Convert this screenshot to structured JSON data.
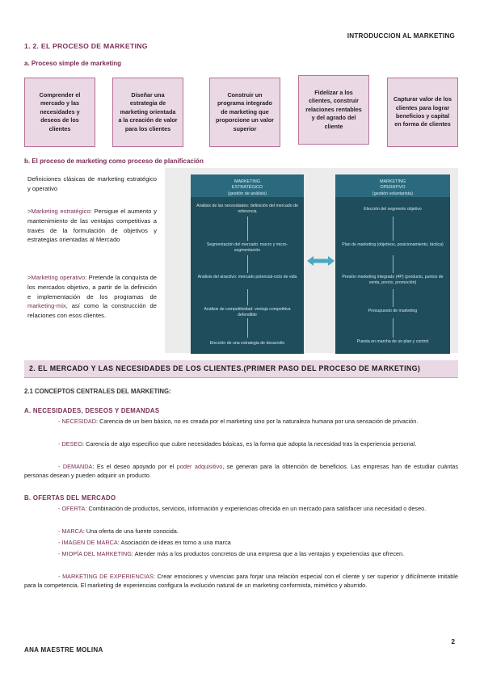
{
  "header": {
    "doc_title": "INTRODUCCION AL MARKETING"
  },
  "section1": {
    "title": "1. 2. EL PROCESO DE MARKETING",
    "sub_a": "a. Proceso simple de marketing",
    "steps": [
      "Comprender el mercado y las necesidades y deseos de los clientes",
      "Diseñar una estrategia de marketing orientada a la creación de valor para los clientes",
      "Construir un programa integrado de marketing que proporcione un valor superior",
      "Fidelizar a los clientes, construir relaciones rentables y del agrado del cliente",
      "Capturar valor de los clientes para lograr beneficios y capital en forma de clientes"
    ],
    "sub_b": "b. El proceso de marketing como proceso de planificación",
    "intro": "Definiciones clásicas de marketing estratégico y operativo",
    "strategic_label": ">Marketing estratégico",
    "strategic_text": ": Persigue el aumento y mantenimiento de las ventajas competitivas a través de la formulación de objetivos y estrategias orientadas al Mercado",
    "operative_label": ">Marketing operativo",
    "operative_text_1": ": Pretende la conquista de los mercados objetivo, a partir de la definición e implementación de los programas de ",
    "operative_mix": "marketing-mix",
    "operative_text_2": ", así como la construcción de relaciones con esos clientes."
  },
  "diagram": {
    "left_head_1": "MARKETING",
    "left_head_2": "ESTRATÉGICO",
    "left_head_3": "(gestión de análisis)",
    "left_items": [
      "Análisis de las necesidades: definición del mercado de referencia",
      "Segmentación del mercado: macro y micro-segmentación",
      "Análisis del atractivo: mercado potencial-ciclo de vida",
      "Análisis de competitividad: ventaja competitiva defendible",
      "Elección de una estrategia de desarrollo"
    ],
    "right_head_1": "MARKETING",
    "right_head_2": "OPERATIVO",
    "right_head_3": "(gestión voluntarista)",
    "right_items": [
      "Elección del segmento objetivo",
      "Plan de marketing (objetivos, posicionamiento, táctica)",
      "Presión marketing integrado (4P) (producto, puntos de venta, precio, promoción)",
      "Presupuesto de marketing",
      "Puesta en marcha de un plan y control"
    ]
  },
  "section2": {
    "banner": "2. EL MERCADO Y LAS NECESIDADES DE LOS CLIENTES.(PRIMER PASO DEL PROCESO DE MARKETING)",
    "sub_21": "2.1 CONCEPTOS CENTRALES DEL MARKETING:",
    "sub_A": "A. NECESIDADES, DESEOS Y DEMANDAS",
    "necesidad_term": "NECESIDAD",
    "necesidad_text": ": Carencia de un bien básico, no es creada por el marketing sino por la naturaleza humana por una sensación de privación.",
    "deseo_term": "DESEO",
    "deseo_text": ": Carencia de algo específico que cubre necesidades básicas, es la forma que adopta la necesidad tras la experiencia personal.",
    "demanda_term": "DEMANDA",
    "demanda_text_1": ": Es el deseo apoyado por el ",
    "demanda_hl": "poder adquisitivo",
    "demanda_text_2": ", se generan para la obtención de beneficios. Las empresas han de estudiar cuántas personas desean y pueden adquirir un producto.",
    "sub_B": "B. OFERTAS DEL MERCADO",
    "oferta_term": "OFERTA",
    "oferta_text": ": Combinación de productos, servicios, información y experiencias ofrecida en un mercado para satisfacer una necesidad o deseo.",
    "marca_term": "MARCA",
    "marca_text": ": Una oferta de una fuente conocida.",
    "imagen_term": "IMAGEN DE MARCA",
    "imagen_text": ": Asociación de ideas en torno a una marca",
    "miopia_term": "MIOPÍA DEL MARKETING",
    "miopia_text": ": Atender más a los productos concretos de una empresa que a las ventajas y experiencias que ofrecen.",
    "exp_term": "MARKETING DE EXPERIENCIAS",
    "exp_text": ": Crear emociones y vivencias para forjar una relación especial con el cliente y ser superior y difícilmente imitable para la competencia. El marketing de experiencias configura la evolución natural de un marketing conformista, mimético y aburrido."
  },
  "footer": {
    "author": "ANA MAESTRE MOLINA",
    "page": "2"
  }
}
